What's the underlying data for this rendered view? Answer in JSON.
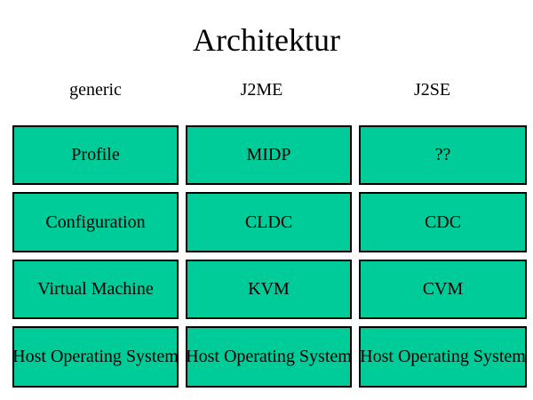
{
  "slide": {
    "title": "Architektur",
    "colors": {
      "background": "#FFFFFF",
      "box_fill": "#00CC99",
      "box_border": "#000000",
      "text": "#000000"
    },
    "columns": [
      {
        "header": "generic",
        "cells": [
          "Profile",
          "Configuration",
          "Virtual Machine",
          "Host Operating System"
        ]
      },
      {
        "header": "J2ME",
        "cells": [
          "MIDP",
          "CLDC",
          "KVM",
          "Host Operating System"
        ]
      },
      {
        "header": "J2SE",
        "cells": [
          "??",
          "CDC",
          "CVM",
          "Host Operating System"
        ]
      }
    ]
  }
}
